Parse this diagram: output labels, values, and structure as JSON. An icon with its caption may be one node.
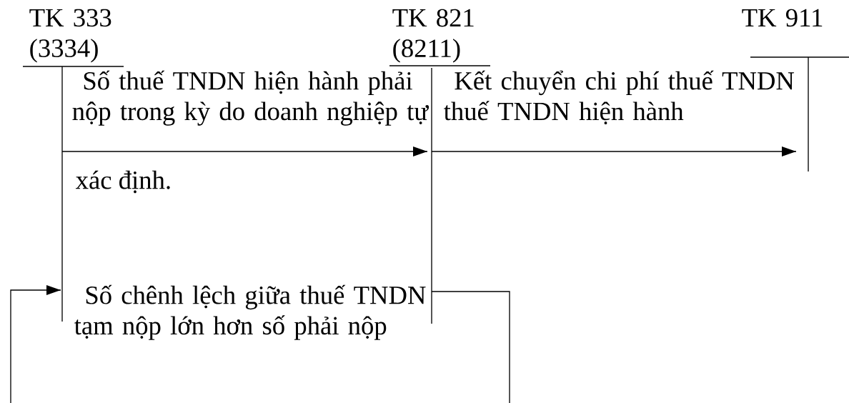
{
  "diagram": {
    "nodes": [
      {
        "text": [
          "TK 333 (3334)"
        ]
      },
      {
        "text": [
          "TK 821 (8211)"
        ]
      },
      {
        "text": [
          "TK 911"
        ]
      }
    ],
    "edges": [
      {
        "from": 0,
        "to": 1,
        "arrow": "to",
        "label": "Số thuế TNDN hiện hành phải nộp trong kỳ do doanh nghiệp tự"
      },
      {
        "from": 1,
        "to": 2,
        "arrow": "to",
        "label": "Kết chuyển chi phí thuế TNDN thuế TNDN hiện hành"
      },
      {
        "from": 1,
        "to": null,
        "arrow": "none"
      },
      {
        "from": null,
        "to": 0,
        "arrow": "to",
        "label": "Số chênh lệch giữa thuế TNDN tạm nộp lớn hơn số phải nộp"
      }
    ],
    "labels": [
      "xác định."
    ]
  }
}
